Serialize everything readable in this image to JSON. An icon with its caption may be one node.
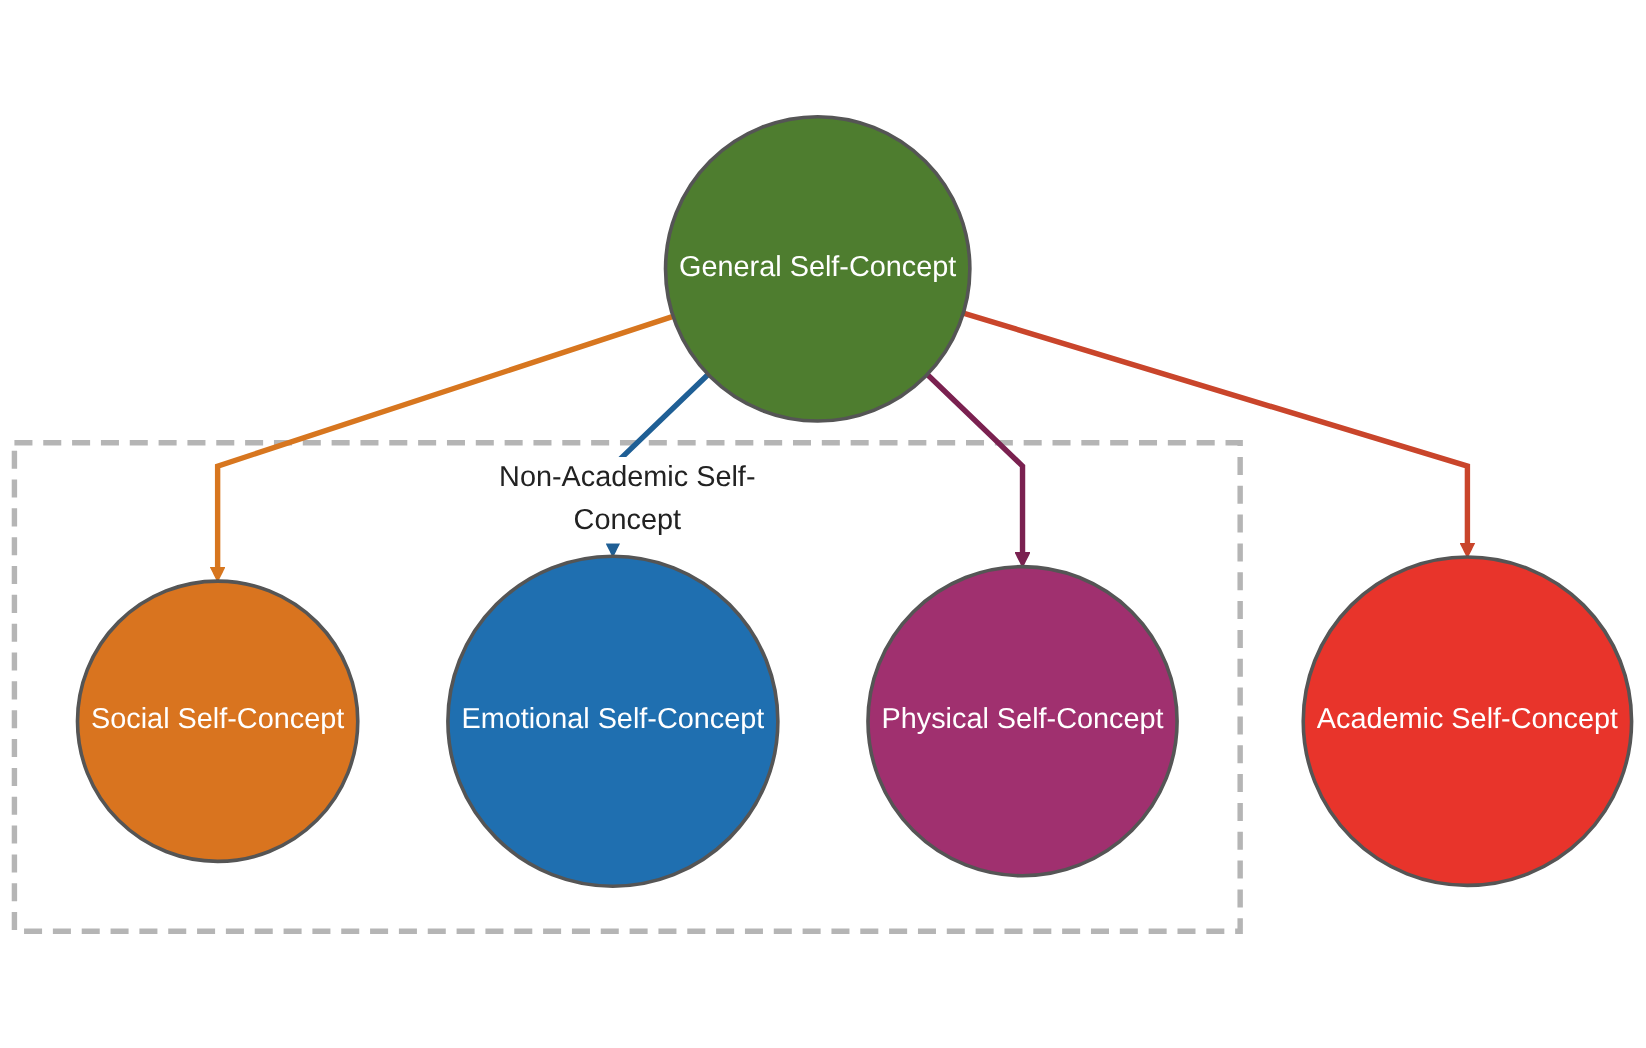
{
  "diagram": {
    "nodes": [
      {
        "text": [
          "General Self-Concept"
        ]
      },
      {
        "text": [
          "Non-Academic Self-Concept"
        ]
      },
      {
        "text": [
          "Academic Self-Concept"
        ]
      },
      {
        "text": [
          "Social Self-Concept"
        ],
        "in": 1
      },
      {
        "text": [
          "Emotional Self-Concept"
        ],
        "in": 1
      },
      {
        "text": [
          "Physical Self-Concept"
        ],
        "in": 1
      }
    ],
    "edges": [
      {
        "from": 0,
        "to": 2,
        "arrow": "to",
        "color": "#c9452b"
      },
      {
        "from": 0,
        "to": 3,
        "arrow": "to",
        "color": "#d7761f"
      },
      {
        "from": 0,
        "to": 4,
        "arrow": "to",
        "color": "#1f5f95"
      },
      {
        "from": 0,
        "to": 5,
        "arrow": "to",
        "color": "#7a2150"
      }
    ]
  }
}
